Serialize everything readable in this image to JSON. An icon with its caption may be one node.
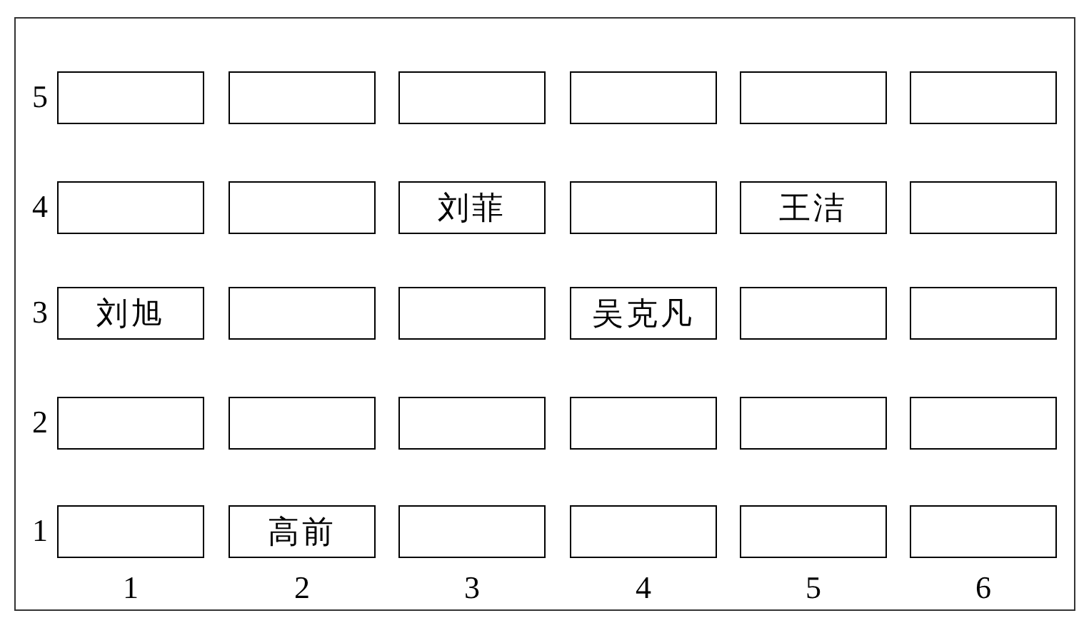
{
  "diagram": {
    "nodes": [
      {
        "text": [],
        "shape": "box"
      },
      {
        "text": [],
        "shape": "box"
      },
      {
        "text": [],
        "shape": "box"
      },
      {
        "text": [],
        "shape": "box"
      },
      {
        "text": [],
        "shape": "box"
      },
      {
        "text": [],
        "shape": "box"
      },
      {
        "text": [],
        "shape": "box"
      },
      {
        "text": [],
        "shape": "box"
      },
      {
        "text": [
          "刘菲"
        ]
      },
      {
        "text": [],
        "shape": "box"
      },
      {
        "text": [
          "王洁"
        ]
      },
      {
        "text": [],
        "shape": "box"
      },
      {
        "text": [
          "刘旭"
        ]
      },
      {
        "text": [],
        "shape": "box"
      },
      {
        "text": [],
        "shape": "box"
      },
      {
        "text": [
          "吴克凡"
        ]
      },
      {
        "text": [],
        "shape": "box"
      },
      {
        "text": [],
        "shape": "box"
      },
      {
        "text": [],
        "shape": "box"
      },
      {
        "text": [],
        "shape": "box"
      },
      {
        "text": [],
        "shape": "box"
      },
      {
        "text": [],
        "shape": "box"
      },
      {
        "text": [],
        "shape": "box"
      },
      {
        "text": [],
        "shape": "box"
      },
      {
        "text": [],
        "shape": "box"
      },
      {
        "text": [
          "高前"
        ]
      },
      {
        "text": [],
        "shape": "box"
      },
      {
        "text": [],
        "shape": "box"
      },
      {
        "text": [],
        "shape": "box"
      },
      {
        "text": [],
        "shape": "box"
      }
    ],
    "labels": [
      "5",
      "4",
      "3",
      "2",
      "1",
      "1",
      "2",
      "3",
      "4",
      "5",
      "6"
    ]
  }
}
